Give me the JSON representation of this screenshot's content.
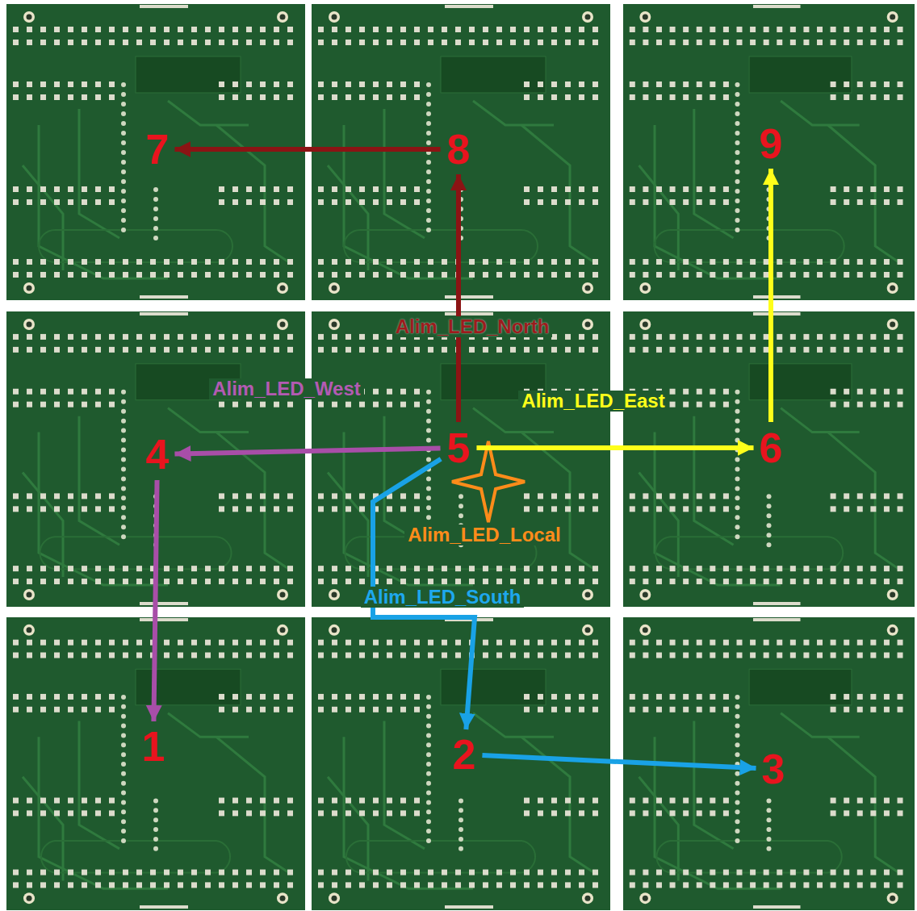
{
  "diagram": {
    "nodes": [
      {
        "text": [
          "7"
        ]
      },
      {
        "text": [
          "8"
        ]
      },
      {
        "text": [
          "9"
        ]
      },
      {
        "text": [
          "4"
        ]
      },
      {
        "text": [
          "5"
        ]
      },
      {
        "text": [
          "6"
        ]
      },
      {
        "text": [
          "1"
        ]
      },
      {
        "text": [
          "2"
        ]
      },
      {
        "text": [
          "3"
        ]
      }
    ],
    "edges": [
      {
        "from": 4,
        "to": 1,
        "arrow": "to",
        "label": "Alim_LED_North"
      },
      {
        "from": 1,
        "to": 0,
        "arrow": "to"
      },
      {
        "from": 4,
        "to": 3,
        "arrow": "to",
        "label": "Alim_LED_West"
      },
      {
        "from": 3,
        "to": 6,
        "arrow": "to"
      },
      {
        "from": 4,
        "to": 5,
        "arrow": "to",
        "label": "Alim_LED_East"
      },
      {
        "from": 5,
        "to": 2,
        "arrow": "to"
      },
      {
        "from": 4,
        "to": 7,
        "arrow": "to",
        "label": "Alim_LED_South"
      },
      {
        "from": 7,
        "to": 8,
        "arrow": "to"
      }
    ],
    "labels": [
      "Alim_LED_Local"
    ]
  }
}
